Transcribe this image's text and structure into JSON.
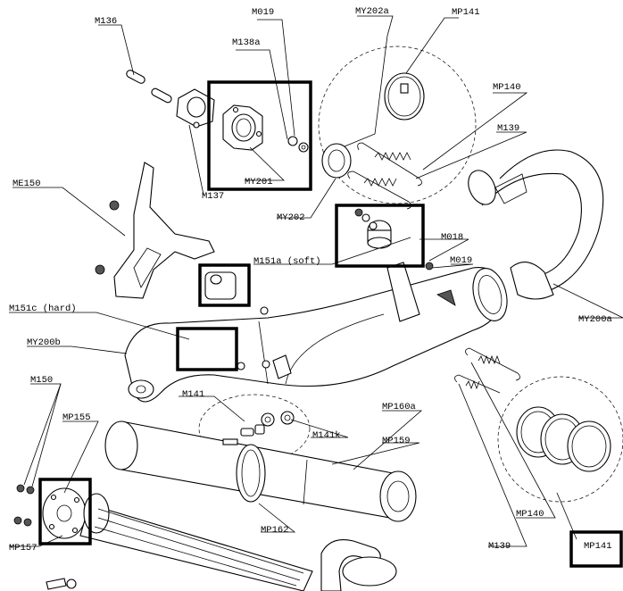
{
  "diagram": {
    "labels": {
      "m136": "M136",
      "m019_top": "M019",
      "my202a": "MY202a",
      "mp141_top": "MP141",
      "m138a": "M138a",
      "mp140_top": "MP140",
      "m139_top": "M139",
      "me150": "ME150",
      "m137": "M137",
      "my201": "MY201",
      "my202": "MY202",
      "m018": "M018",
      "m019_mid": "M019",
      "m151a": "M151a (soft)",
      "m151c": "M151c (hard)",
      "my200a": "MY200a",
      "my200b": "MY200b",
      "m150": "M150",
      "m141": "M141",
      "mp160a": "MP160a",
      "m141k": "M141k",
      "mp159": "MP159",
      "mp155": "MP155",
      "mp157": "MP157",
      "mp162": "MP162",
      "mp140_bottom": "MP140",
      "m139_bottom": "M139",
      "mp141_bottom": "MP141"
    }
  }
}
